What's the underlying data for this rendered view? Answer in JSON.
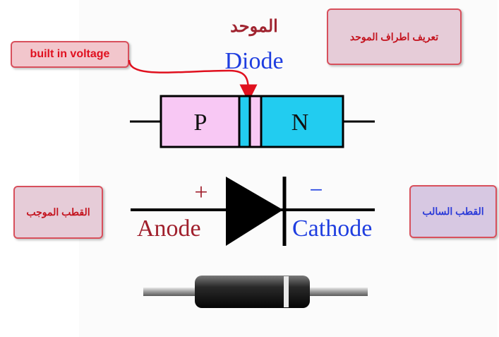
{
  "title": {
    "arabic": "الموحد",
    "english": "Diode"
  },
  "callouts": {
    "built_in_voltage": "built in voltage",
    "terminals_definition": "تعريف اطراف الموحد",
    "positive_pole": "القطب الموجب",
    "negative_pole": "القطب السالب"
  },
  "junction": {
    "p_label": "P",
    "n_label": "N",
    "p_color": "#f8c8f4",
    "n_color": "#22ccf0"
  },
  "symbol": {
    "plus": "+",
    "minus": "−",
    "anode": "Anode",
    "cathode": "Cathode",
    "anode_color": "#a01f2c",
    "cathode_color": "#1f3ee0"
  },
  "colors": {
    "arrow": "#e0101e",
    "component_body": "#1a1a1a",
    "band": "#e8e8e8"
  }
}
